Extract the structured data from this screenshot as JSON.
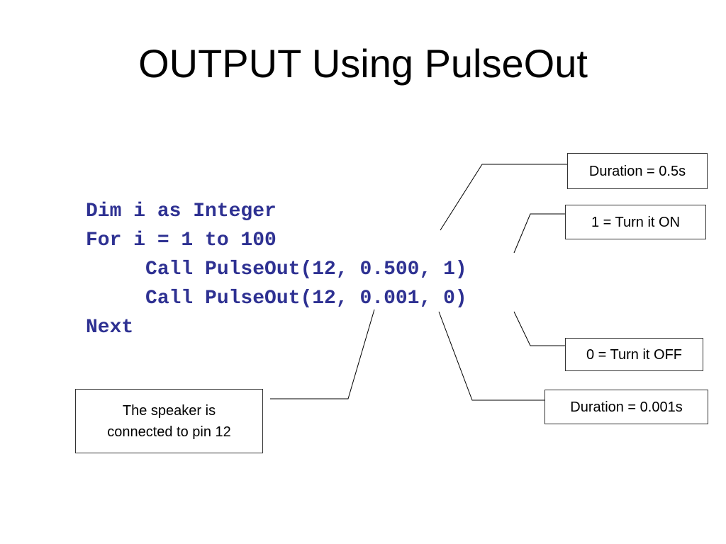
{
  "slide": {
    "title": "OUTPUT Using PulseOut",
    "code_color": "#2e3192",
    "code_lines": [
      "Dim i as Integer",
      "For i = 1 to 100",
      "     Call PulseOut(12, 0.500, 1)",
      "     Call PulseOut(12, 0.001, 0)",
      "Next"
    ]
  },
  "callouts": {
    "duration_on": "Duration = 0.5s",
    "state_on": "1 = Turn it ON",
    "state_off": "0 = Turn it OFF",
    "duration_off": "Duration = 0.001s",
    "speaker": "The speaker is connected to pin 12"
  }
}
